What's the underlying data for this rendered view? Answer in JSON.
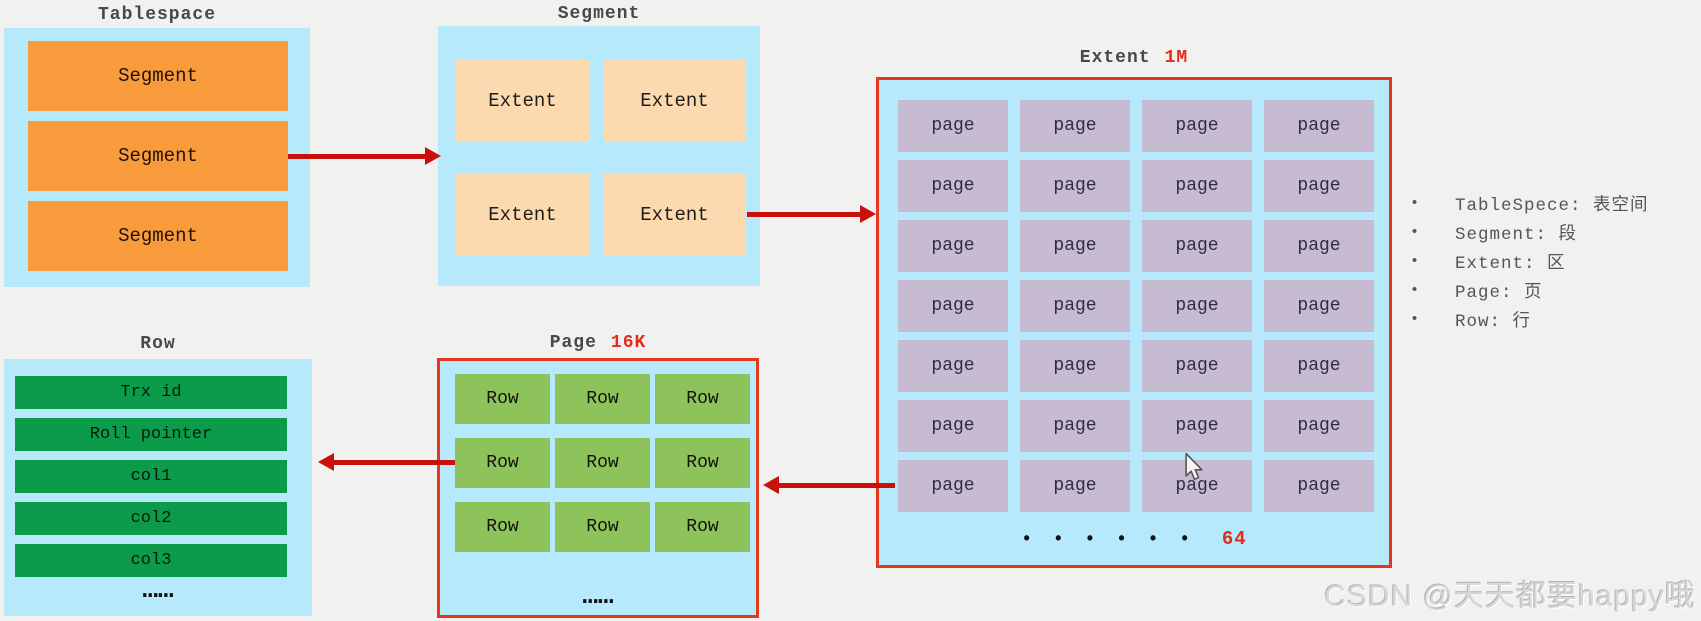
{
  "colors": {
    "background": "#f1f1ef",
    "panel_blue": "#b6e9fb",
    "segment_orange": "#f79b3d",
    "extent_peach": "#fcd9af",
    "page_purple": "#c7bbd2",
    "row_green": "#8ec35b",
    "field_green": "#0b9b4b",
    "border_red": "#e5361f",
    "arrow_red": "#c9100a",
    "label_red": "#e42a1a",
    "title_gray": "#484848",
    "legend_gray": "#555555"
  },
  "tablespace": {
    "title": "Tablespace",
    "cells": [
      "Segment",
      "Segment",
      "Segment"
    ]
  },
  "segment": {
    "title": "Segment",
    "cells": [
      "Extent",
      "Extent",
      "Extent",
      "Extent"
    ]
  },
  "extent": {
    "title": "Extent",
    "size_label": "1M",
    "cells": [
      "page",
      "page",
      "page",
      "page",
      "page",
      "page",
      "page",
      "page",
      "page",
      "page",
      "page",
      "page",
      "page",
      "page",
      "page",
      "page",
      "page",
      "page",
      "page",
      "page",
      "page",
      "page",
      "page",
      "page",
      "page",
      "page",
      "page",
      "page"
    ],
    "ellipsis_dots": "• • • • • •",
    "count_label": "64"
  },
  "page": {
    "title": "Page",
    "size_label": "16K",
    "cells": [
      "Row",
      "Row",
      "Row",
      "Row",
      "Row",
      "Row",
      "Row",
      "Row",
      "Row"
    ],
    "ellipsis": "……"
  },
  "row": {
    "title": "Row",
    "fields": [
      "Trx id",
      "Roll pointer",
      "col1",
      "col2",
      "col3"
    ],
    "ellipsis": "……"
  },
  "legend": {
    "bullet": "•",
    "items": [
      "TableSpece: 表空间",
      "Segment: 段",
      "Extent: 区",
      "Page: 页",
      "Row: 行"
    ]
  },
  "watermark": "CSDN @天天都要happy哦"
}
